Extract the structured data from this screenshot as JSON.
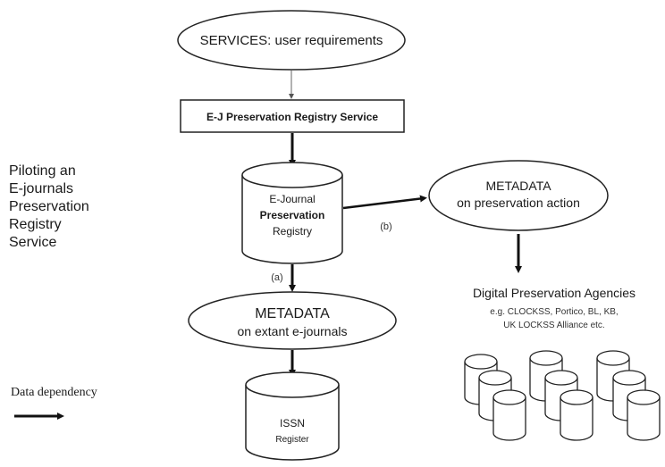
{
  "side_title": {
    "line1": "Piloting an",
    "line2": "E-journals",
    "line3": "Preservation",
    "line4": "Registry",
    "line5": "Service"
  },
  "services": {
    "label": "SERVICES: user requirements"
  },
  "registry_service": {
    "label": "E-J Preservation Registry Service"
  },
  "registry_db": {
    "line1": "E-Journal",
    "line2": "Preservation",
    "line3": "Registry"
  },
  "metadata_action": {
    "line1": "METADATA",
    "line2": "on preservation action"
  },
  "metadata_extant": {
    "line1": "METADATA",
    "line2": "on extant e-journals"
  },
  "agencies": {
    "title": "Digital Preservation Agencies",
    "line1": "e.g. CLOCKSS, Portico, BL, KB,",
    "line2": "UK LOCKSS Alliance etc."
  },
  "issn": {
    "line1": "ISSN",
    "line2": "Register"
  },
  "edge_labels": {
    "a": "(a)",
    "b": "(b)"
  },
  "legend": {
    "label": "Data dependency"
  }
}
